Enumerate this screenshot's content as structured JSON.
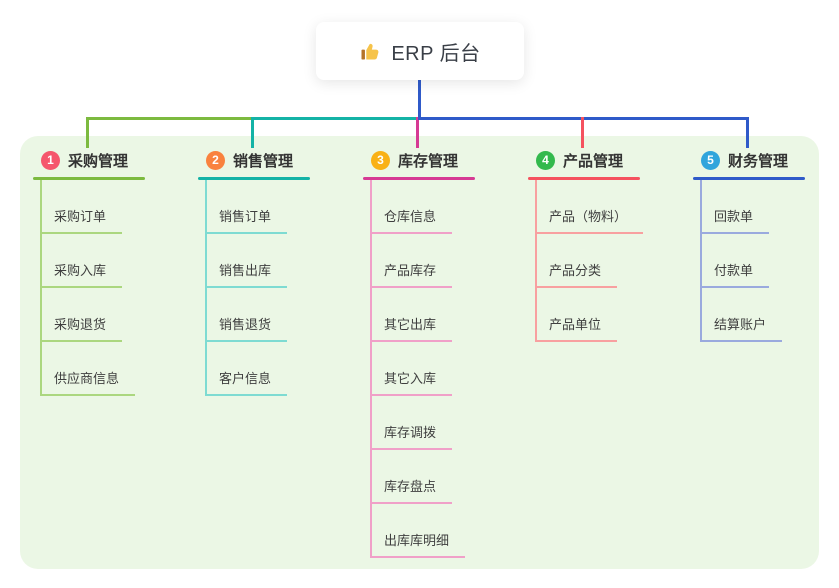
{
  "root": {
    "label": "ERP 后台",
    "icon": "thumbs-up-icon"
  },
  "colors": {
    "canvas_bg": "#ffffff",
    "panel_bg": "#ebf7e5",
    "root_connector": "#2f5ac9",
    "text": "#333333",
    "child_text": "#3f3f3f"
  },
  "branches": [
    {
      "index": "1",
      "label": "采购管理",
      "badge_color": "#f5566c",
      "line_color": "#7cba3f",
      "child_line_color": "#abd77f",
      "children": [
        "采购订单",
        "采购入库",
        "采购退货",
        "供应商信息"
      ]
    },
    {
      "index": "2",
      "label": "销售管理",
      "badge_color": "#f9823e",
      "line_color": "#14b3a6",
      "child_line_color": "#7edbd2",
      "children": [
        "销售订单",
        "销售出库",
        "销售退货",
        "客户信息"
      ]
    },
    {
      "index": "3",
      "label": "库存管理",
      "badge_color": "#f9b115",
      "line_color": "#d63a94",
      "child_line_color": "#f0a0c8",
      "children": [
        "仓库信息",
        "产品库存",
        "其它出库",
        "其它入库",
        "库存调拨",
        "库存盘点",
        "出库库明细"
      ]
    },
    {
      "index": "4",
      "label": "产品管理",
      "badge_color": "#33b94d",
      "line_color": "#f5525f",
      "child_line_color": "#f8a0a0",
      "children": [
        "产品（物料）",
        "产品分类",
        "产品单位"
      ]
    },
    {
      "index": "5",
      "label": "财务管理",
      "badge_color": "#30a5dc",
      "line_color": "#2f5ac9",
      "child_line_color": "#9aaade",
      "children": [
        "回款单",
        "付款单",
        "结算账户"
      ]
    }
  ]
}
